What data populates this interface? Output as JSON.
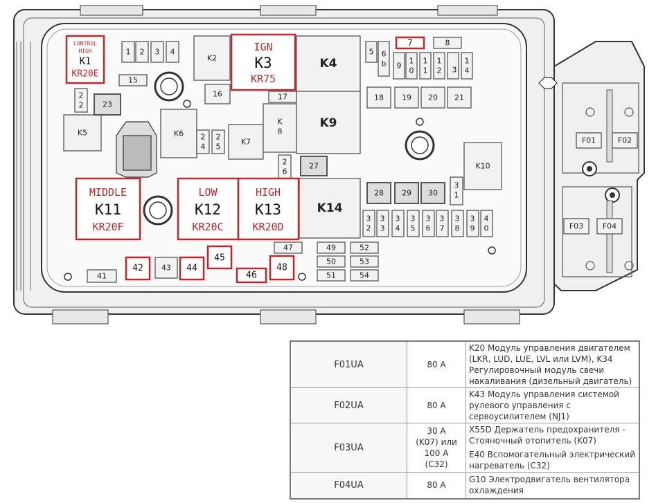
{
  "diagram": {
    "relays": {
      "k1": {
        "top": "CONTROL",
        "top2": "HIGH",
        "name": "K1",
        "code": "KR20E"
      },
      "k2": "K2",
      "k3": {
        "top": "IGN",
        "name": "K3",
        "code": "KR75"
      },
      "k4": "K4",
      "k5": "K5",
      "k6": "K6",
      "k7": "K7",
      "k8": [
        "K",
        "8"
      ],
      "k9": "K9",
      "k10": "K10",
      "k11": {
        "top": "MIDDLE",
        "name": "K11",
        "code": "KR20F"
      },
      "k12": {
        "top": "LOW",
        "name": "K12",
        "code": "KR20C"
      },
      "k13": {
        "top": "HIGH",
        "name": "K13",
        "code": "KR20D"
      },
      "k14": "K14"
    },
    "fuses": {
      "f1": "1",
      "f2": "2",
      "f3": "3",
      "f4": "4",
      "f5": "5",
      "f6": [
        "6",
        "b"
      ],
      "f7": "7",
      "f8": "8",
      "f9": "9",
      "f10": [
        "1",
        "0"
      ],
      "f11": [
        "1",
        "1"
      ],
      "f12": [
        "1",
        "2"
      ],
      "f13": "3",
      "f14": [
        "1",
        "4"
      ],
      "f15": "15",
      "f16": "16",
      "f17": "17",
      "f18": "18",
      "f19": "19",
      "f20": "20",
      "f21": "21",
      "f22": [
        "2",
        "2"
      ],
      "f23": "23",
      "f24": [
        "2",
        "4"
      ],
      "f25": [
        "2",
        "5"
      ],
      "f26": [
        "2",
        "6"
      ],
      "f27": "27",
      "f28": "28",
      "f29": "29",
      "f30": "30",
      "f31": [
        "3",
        "1"
      ],
      "f32": [
        "3",
        "2"
      ],
      "f33": [
        "3",
        "3"
      ],
      "f34": [
        "3",
        "4"
      ],
      "f35": [
        "3",
        "5"
      ],
      "f36": [
        "3",
        "6"
      ],
      "f37": [
        "3",
        "7"
      ],
      "f38": [
        "3",
        "8"
      ],
      "f39": [
        "3",
        "9"
      ],
      "f40": [
        "4",
        "0"
      ],
      "f41": "41",
      "f42": "42",
      "f43": "43",
      "f44": "44",
      "f45": "45",
      "f46": "46",
      "f47": "47",
      "f48": "48",
      "f49": "49",
      "f50": "50",
      "f51": "51",
      "f52": "52",
      "f53": "53",
      "f54": "54",
      "fF01": "F01",
      "fF02": "F02",
      "fF03": "F03",
      "fF04": "F04"
    }
  },
  "fuse_table": {
    "rows": [
      {
        "id": "F01UA",
        "amps": [
          "80 A"
        ],
        "desc": [
          "K20 Модуль управления двигателем (LKR, LUD, LUE, LVL или LVM), K34 Регулировочный модуль свечи накаливания (дизельный двигатель)"
        ]
      },
      {
        "id": "F02UA",
        "amps": [
          "80 A"
        ],
        "desc": [
          "K43 Модуль управления системой рулевого управления с сервоусилителем (NJ1)"
        ]
      },
      {
        "id": "F03UA",
        "amps": [
          "30 A",
          "(K07) или",
          "100 A",
          "(C32)"
        ],
        "desc": [
          "X55D Держатель предохранителя - Стояночный отопитель (K07)",
          "E40 Вспомогательный электрический нагреватель (C32)"
        ]
      },
      {
        "id": "F04UA",
        "amps": [
          "80 A"
        ],
        "desc": [
          "G10 Электродвигатель вентилятора охлаждения"
        ]
      }
    ]
  },
  "colors": {
    "highlight": "#c0272d",
    "outline": "#555555",
    "fill": "#f2f2f2"
  }
}
